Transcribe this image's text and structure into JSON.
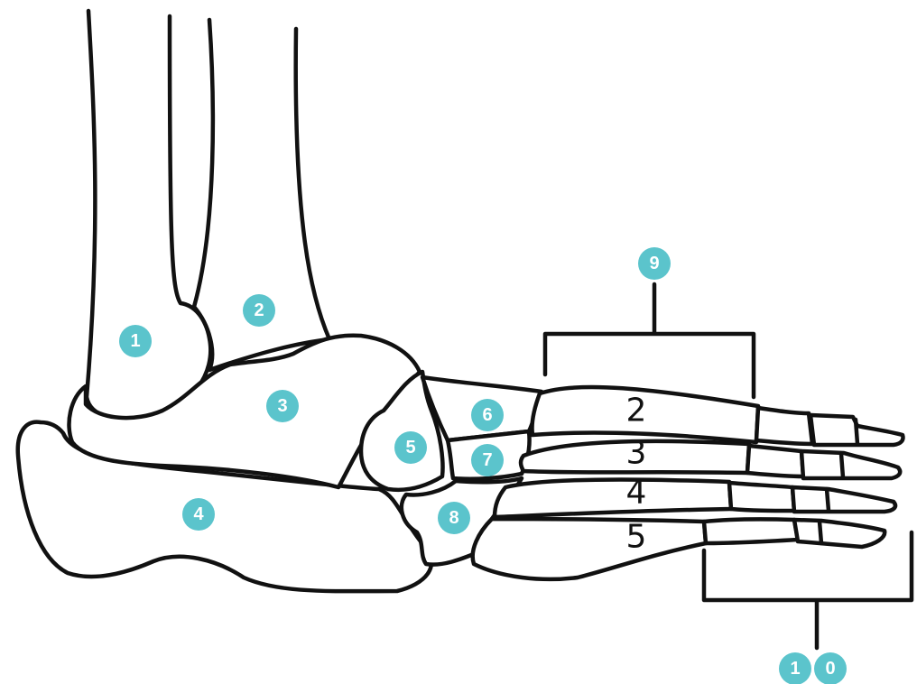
{
  "colors": {
    "badge": "#5bc4cc",
    "outline": "#111111",
    "background": "#ffffff"
  },
  "badges": [
    {
      "label": "1"
    },
    {
      "label": "2"
    },
    {
      "label": "3"
    },
    {
      "label": "4"
    },
    {
      "label": "5"
    },
    {
      "label": "6"
    },
    {
      "label": "7"
    },
    {
      "label": "8"
    },
    {
      "label": "9"
    },
    {
      "label": "1"
    },
    {
      "label": "0"
    }
  ],
  "metatarsal_numbers": [
    "2",
    "3",
    "4",
    "5"
  ]
}
